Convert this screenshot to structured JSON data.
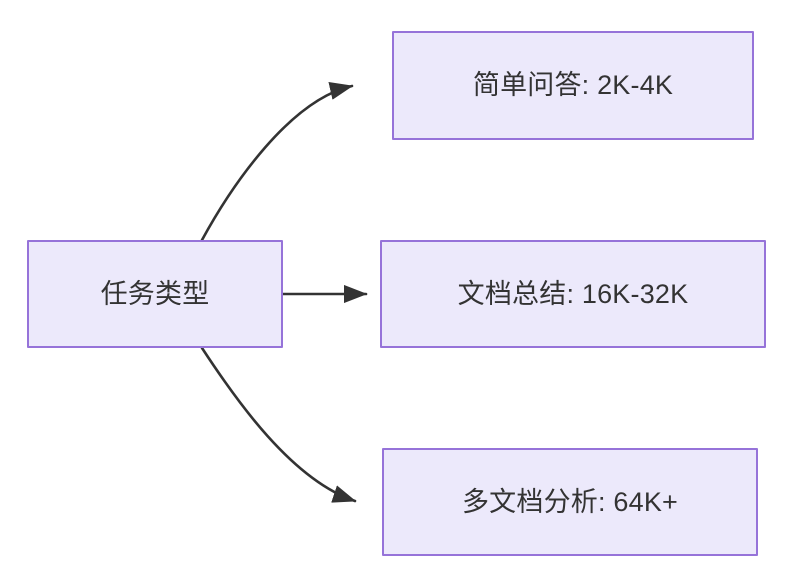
{
  "diagram": {
    "type": "flowchart",
    "direction": "left-to-right",
    "background_color": "#ffffff",
    "node_fill_color": "#ece9fb",
    "node_border_color": "#9673d9",
    "node_text_color": "#333333",
    "edge_color": "#333333",
    "nodes": [
      {
        "id": "source",
        "label": "任务类型",
        "role": "root"
      },
      {
        "id": "simple_qa",
        "label": "简单问答: 2K-4K",
        "role": "leaf"
      },
      {
        "id": "doc_summary",
        "label": "文档总结: 16K-32K",
        "role": "leaf"
      },
      {
        "id": "multi_doc",
        "label": "多文档分析: 64K+",
        "role": "leaf"
      }
    ],
    "edges": [
      {
        "from": "source",
        "to": "simple_qa",
        "style": "curved",
        "arrow": "arrowhead"
      },
      {
        "from": "source",
        "to": "doc_summary",
        "style": "straight",
        "arrow": "arrowhead"
      },
      {
        "from": "source",
        "to": "multi_doc",
        "style": "curved",
        "arrow": "arrowhead"
      }
    ]
  }
}
